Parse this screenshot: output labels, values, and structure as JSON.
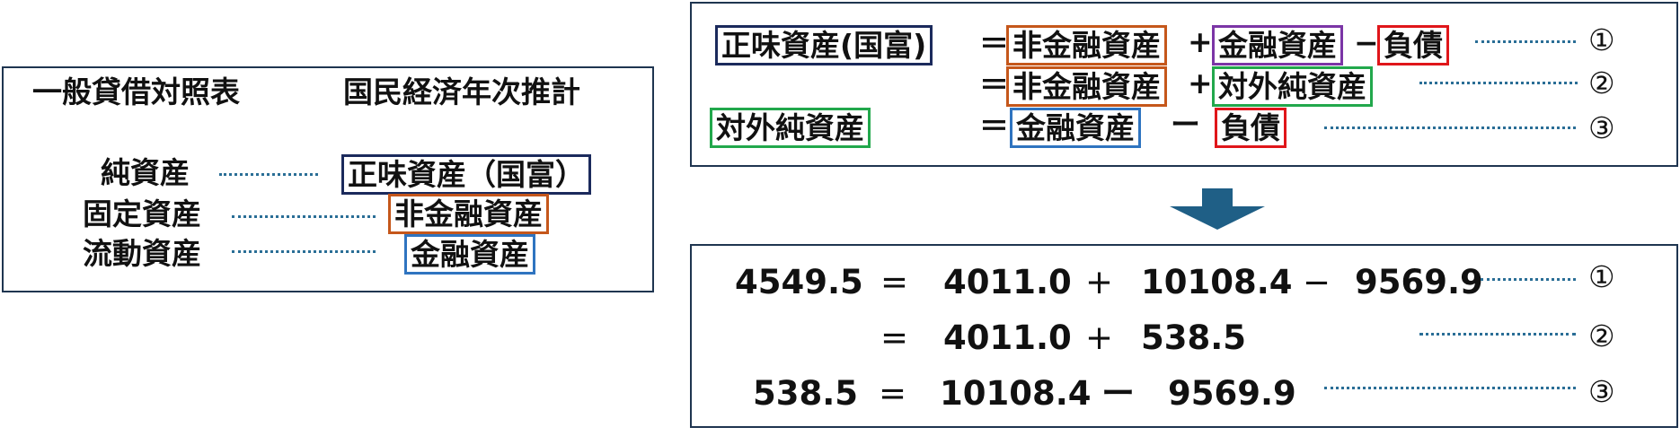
{
  "left": {
    "header_left": "一般貸借対照表",
    "header_right": "国民経済年次推計",
    "rows": [
      {
        "label": "純資産",
        "term": "正味資産（国富）"
      },
      {
        "label": "固定資産",
        "term": "非金融資産"
      },
      {
        "label": "流動資産",
        "term": "金融資産"
      }
    ]
  },
  "equations": {
    "net_worth": "正味資産(国富)",
    "equals": "＝",
    "non_financial": "非金融資産",
    "plus": "+",
    "financial": "金融資産",
    "minus": "−",
    "liabilities": "負債",
    "net_external": "対外純資産",
    "minus_long": "ー",
    "marker1": "①",
    "marker2": "②",
    "marker3": "③"
  },
  "numbers": {
    "eq1": {
      "lhs": "4549.5",
      "a": "4011.0",
      "b": "10108.4",
      "c": "9569.9"
    },
    "eq2": {
      "a": "4011.0",
      "b": "538.5"
    },
    "eq3": {
      "lhs": "538.5",
      "a": "10108.4",
      "b": "9569.9"
    },
    "equals": "=",
    "plus": "+",
    "minus1": "−",
    "minus3": "ー",
    "marker1": "①",
    "marker2": "②",
    "marker3": "③"
  },
  "colors": {
    "navy": "#1b2a5c",
    "orange": "#c5571b",
    "blue": "#2f74c0",
    "purple": "#7b35a6",
    "red": "#e0161a",
    "green": "#22a84c",
    "arrow": "#1f5f86"
  }
}
